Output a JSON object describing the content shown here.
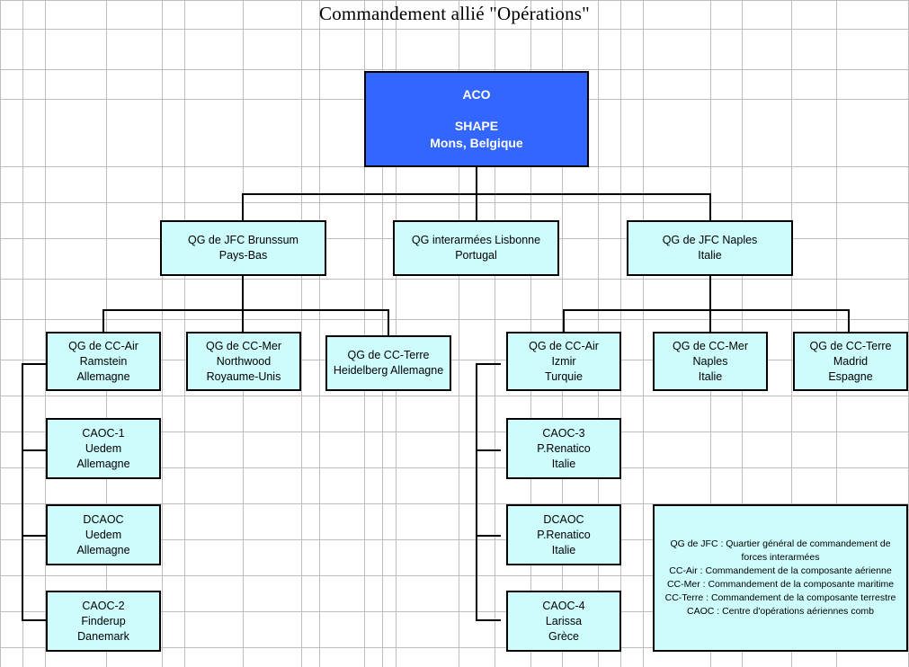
{
  "title": "Commandement allié \"Opérations\"",
  "colors": {
    "root_fill": "#3366ff",
    "node_fill": "#cdfcfc",
    "border": "#000000",
    "grid": "#bdbdbd",
    "root_text": "#ffffff",
    "text": "#000000"
  },
  "root": {
    "line1": "ACO",
    "line2": "SHAPE",
    "line3": "Mons, Belgique"
  },
  "level2": [
    {
      "line1": "QG de JFC Brunssum",
      "line2": "Pays-Bas"
    },
    {
      "line1": "QG interarmées Lisbonne",
      "line2": "Portugal"
    },
    {
      "line1": "QG de JFC Naples",
      "line2": "Italie"
    }
  ],
  "level3": [
    {
      "line1": "QG de CC-Air",
      "line2": "Ramstein",
      "line3": "Allemagne"
    },
    {
      "line1": "QG de CC-Mer",
      "line2": "Northwood",
      "line3": "Royaume-Unis"
    },
    {
      "line1": "QG de CC-Terre",
      "line2": "Heidelberg Allemagne",
      "line3": ""
    },
    {
      "line1": "QG de CC-Air",
      "line2": "Izmir",
      "line3": "Turquie"
    },
    {
      "line1": "QG de CC-Mer",
      "line2": "Naples",
      "line3": "Italie"
    },
    {
      "line1": "QG de CC-Terre",
      "line2": "Madrid",
      "line3": "Espagne"
    }
  ],
  "level4_left": [
    {
      "line1": "CAOC-1",
      "line2": "Uedem",
      "line3": "Allemagne"
    },
    {
      "line1": "DCAOC",
      "line2": "Uedem",
      "line3": "Allemagne"
    },
    {
      "line1": "CAOC-2",
      "line2": "Finderup",
      "line3": "Danemark"
    }
  ],
  "level4_right": [
    {
      "line1": "CAOC-3",
      "line2": "P.Renatico",
      "line3": "Italie"
    },
    {
      "line1": "DCAOC",
      "line2": "P.Renatico",
      "line3": "Italie"
    },
    {
      "line1": "CAOC-4",
      "line2": "Larissa",
      "line3": "Grèce"
    }
  ],
  "legend": {
    "line1": "QG de JFC : Quartier général de commandement de",
    "line2": "forces interarmées",
    "line3": "CC-Air : Commandement de la composante aérienne",
    "line4": "CC-Mer : Commandement de la composante maritime",
    "line5": "CC-Terre : Commandement de la composante terrestre",
    "line6": "CAOC : Centre d'opérations aériennes comb"
  }
}
